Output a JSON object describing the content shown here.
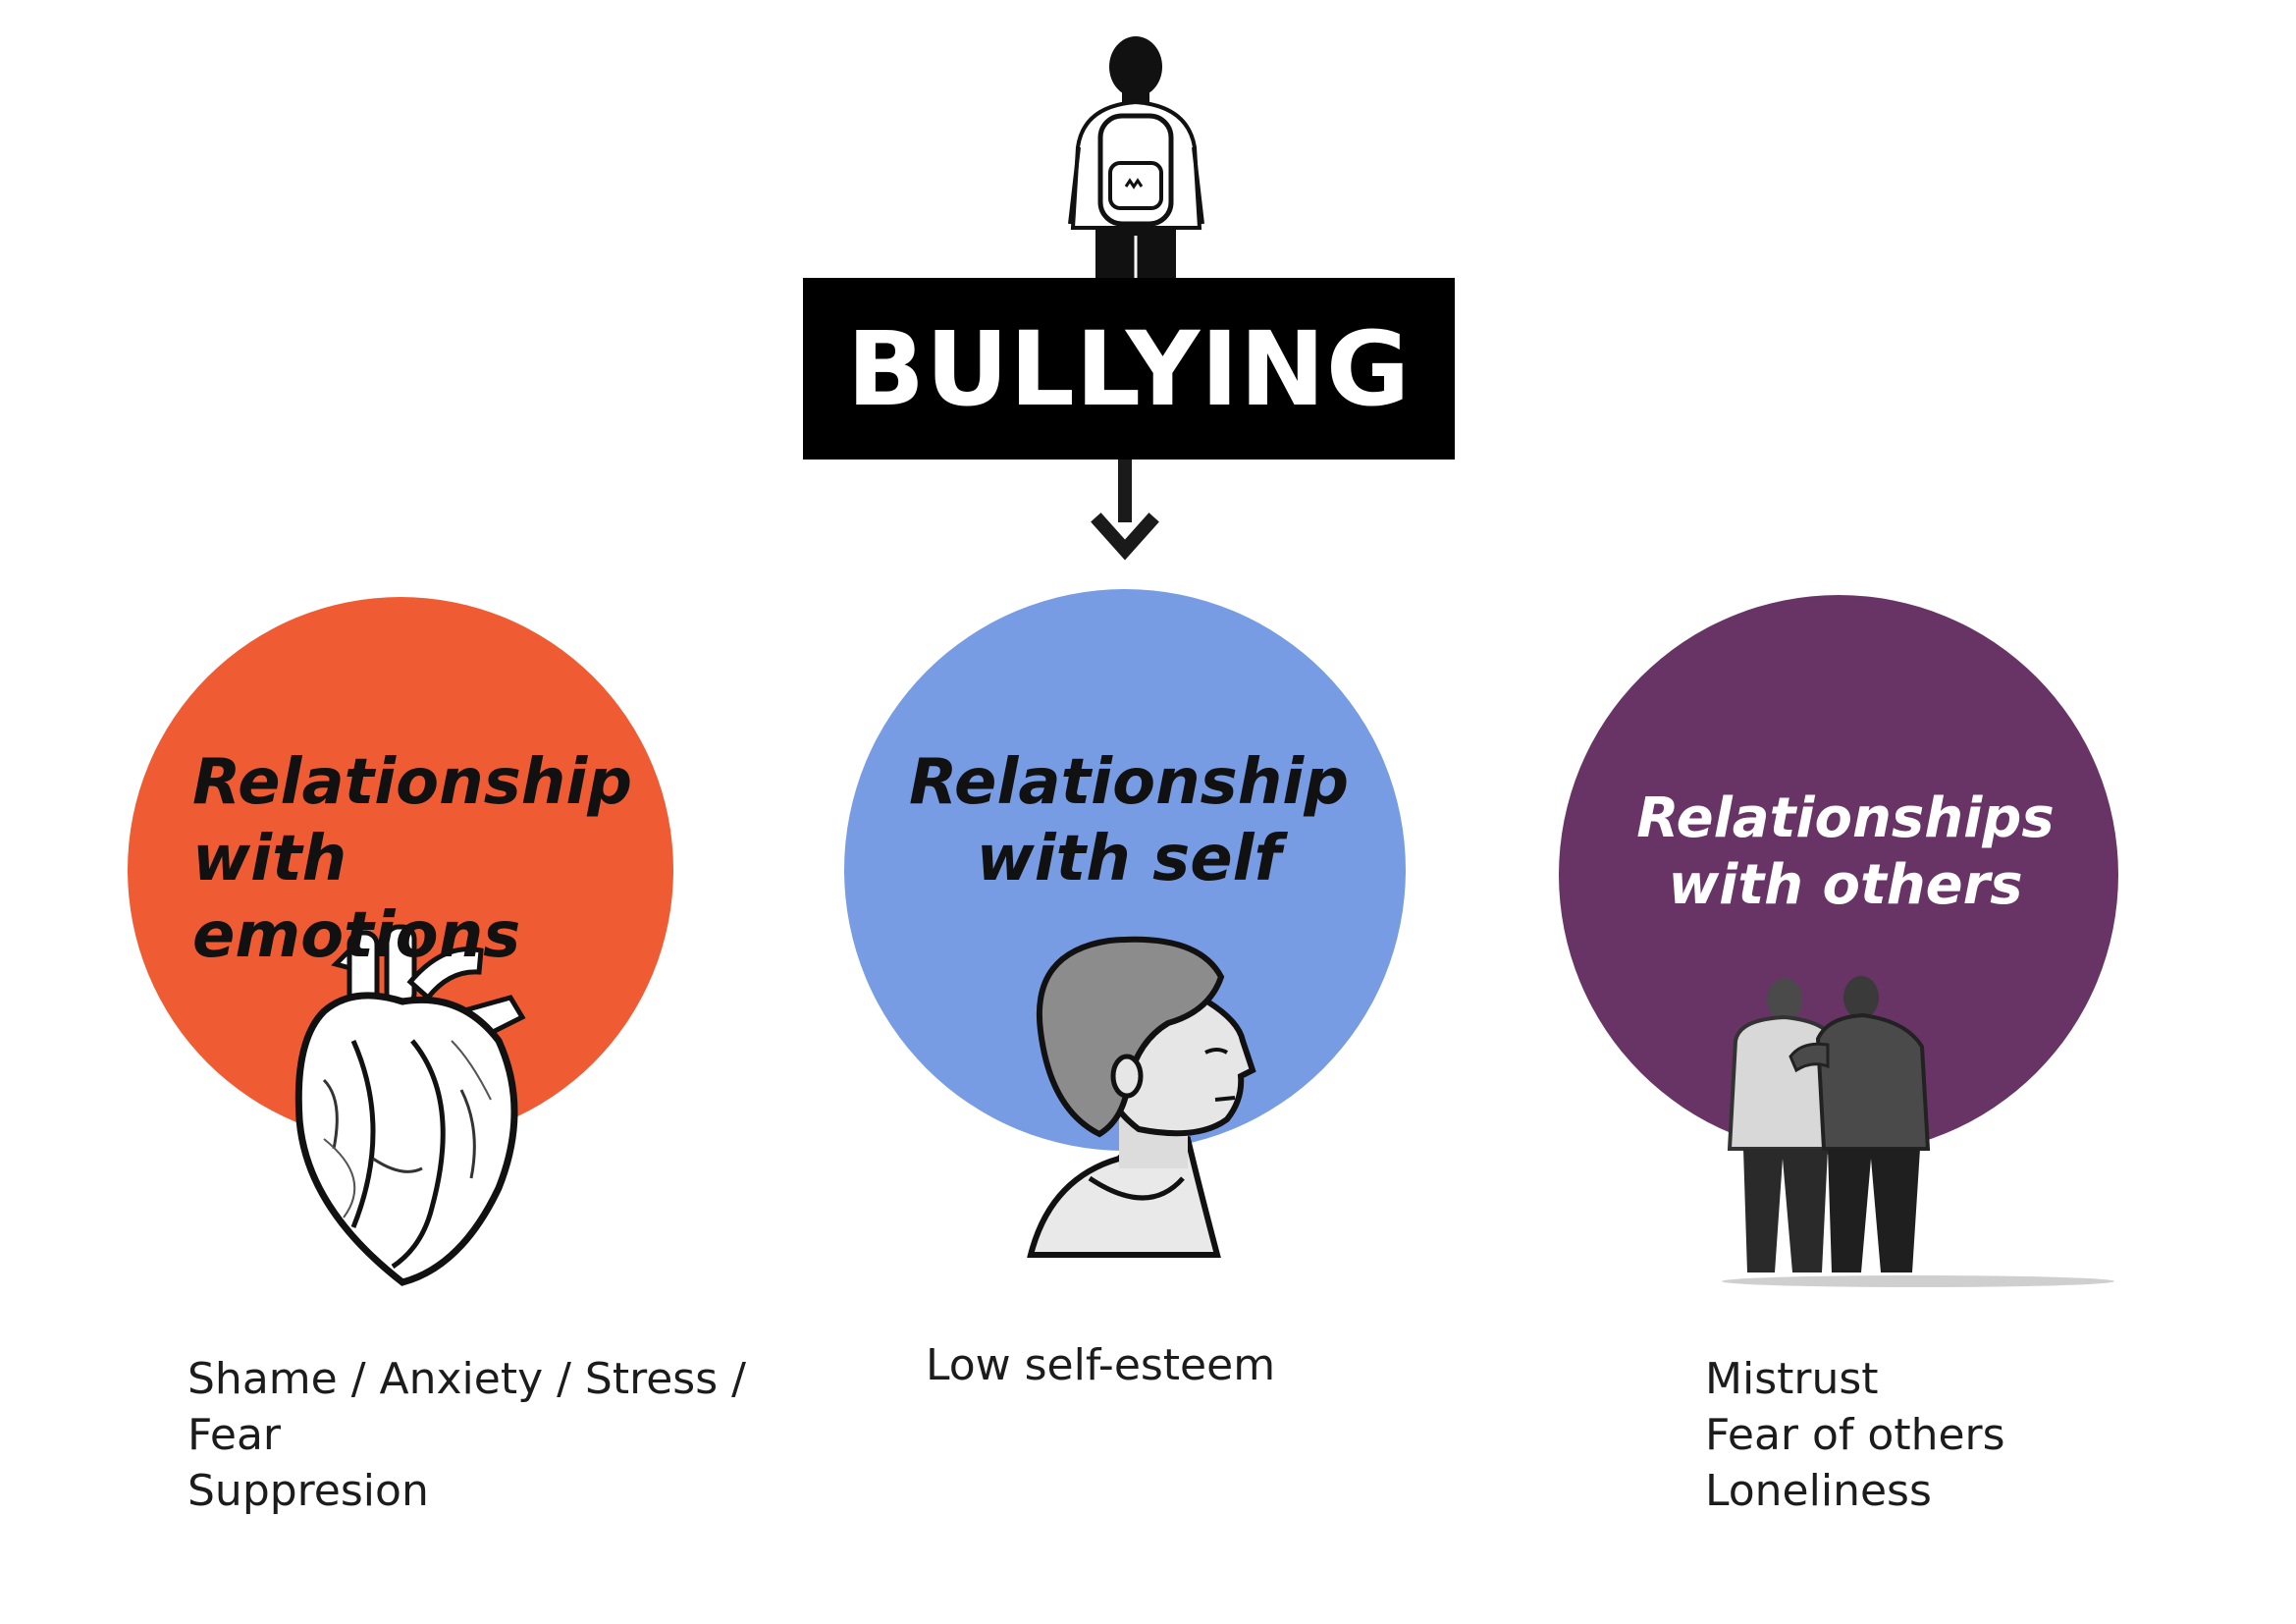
{
  "title": "BULLYING",
  "colors": {
    "box": "#000000",
    "emotions": "#EF5C33",
    "self": "#789CE4",
    "others": "#683466"
  },
  "circles": [
    {
      "title": "Relationship\nwith emotions",
      "icon": "anatomical-heart-icon",
      "effects": "Shame / Anxiety / Stress /\nFear\nSuppresion"
    },
    {
      "title": "Relationship\nwith self",
      "icon": "person-profile-icon",
      "effects": "Low self-esteem"
    },
    {
      "title": "Relationships\nwith others",
      "icon": "two-people-embracing-icon",
      "effects": "Mistrust\nFear of others\nLoneliness"
    }
  ],
  "top_icon": "student-with-backpack-icon"
}
